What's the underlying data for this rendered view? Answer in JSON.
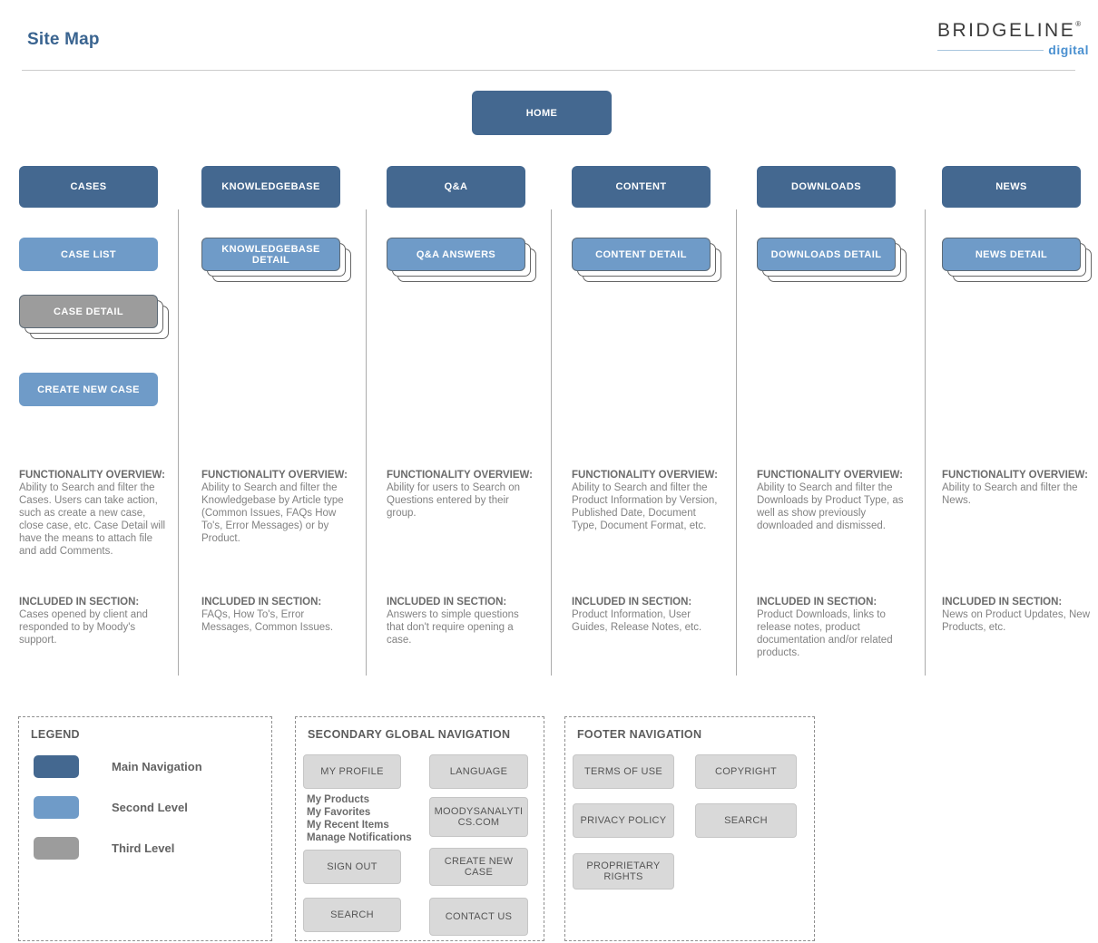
{
  "page": {
    "title": "Site Map"
  },
  "logo": {
    "name": "BRIDGELINE",
    "reg": "®",
    "sub": "digital"
  },
  "home": {
    "label": "HOME"
  },
  "labels": {
    "functionality_overview": "FUNCTIONALITY OVERVIEW:",
    "included_in_section": "INCLUDED IN SECTION:"
  },
  "colors": {
    "main_navigation": "#446890",
    "second_level": "#6f9bc8",
    "third_level": "#9c9c9c",
    "title_blue": "#3a6490",
    "logo_blue": "#4a90d0",
    "button_gray": "#d9d9d9"
  },
  "columns": [
    {
      "header": "CASES",
      "second": "CASE LIST",
      "third": "CASE DETAIL",
      "extra": "CREATE NEW CASE",
      "func": "Ability to Search and filter the Cases. Users can take action, such as create a new case, close case, etc. Case Detail will have the means to attach file and add Comments.",
      "inc": "Cases opened by client and responded to by Moody's support."
    },
    {
      "header": "KNOWLEDGEBASE",
      "detail": "KNOWLEDGEBASE DETAIL",
      "func": "Ability to Search and filter the Knowledgebase by Article type (Common Issues, FAQs How To's, Error Messages) or by Product.",
      "inc": "FAQs, How To's, Error Messages, Common Issues."
    },
    {
      "header": "Q&A",
      "detail": "Q&A ANSWERS",
      "func": "Ability for users to Search on Questions entered by their group.",
      "inc": "Answers to simple questions that don't require opening a case."
    },
    {
      "header": "CONTENT",
      "detail": "CONTENT DETAIL",
      "func": "Ability to Search and filter the Product Information by Version, Published Date, Document Type, Document Format, etc.",
      "inc": "Product Information, User Guides, Release Notes, etc."
    },
    {
      "header": "DOWNLOADS",
      "detail": "DOWNLOADS DETAIL",
      "func": "Ability to Search and filter the Downloads by Product Type, as well as show previously downloaded and dismissed.",
      "inc": "Product Downloads, links to release notes, product documentation and/or related products."
    },
    {
      "header": "NEWS",
      "detail": "NEWS DETAIL",
      "func": "Ability to Search and filter the News.",
      "inc": "News on Product Updates, New Products, etc."
    }
  ],
  "legend": {
    "title": "LEGEND",
    "items": [
      {
        "label": "Main Navigation",
        "color": "#446890"
      },
      {
        "label": "Second Level",
        "color": "#6f9bc8"
      },
      {
        "label": "Third Level",
        "color": "#9c9c9c"
      }
    ]
  },
  "secondary_nav": {
    "title": "SECONDARY GLOBAL NAVIGATION",
    "my_profile": "MY PROFILE",
    "language": "LANGUAGE",
    "links": [
      "My Products",
      "My Favorites",
      "My Recent Items",
      "Manage Notifications"
    ],
    "moodys": "MOODYSANALYTICS.COM",
    "sign_out": "SIGN OUT",
    "create_new_case": "CREATE NEW CASE",
    "search": "SEARCH",
    "contact_us": "CONTACT US"
  },
  "footer_nav": {
    "title": "FOOTER NAVIGATION",
    "terms": "TERMS OF USE",
    "copyright": "COPYRIGHT",
    "privacy": "PRIVACY POLICY",
    "search": "SEARCH",
    "proprietary": "PROPRIETARY RIGHTS"
  }
}
